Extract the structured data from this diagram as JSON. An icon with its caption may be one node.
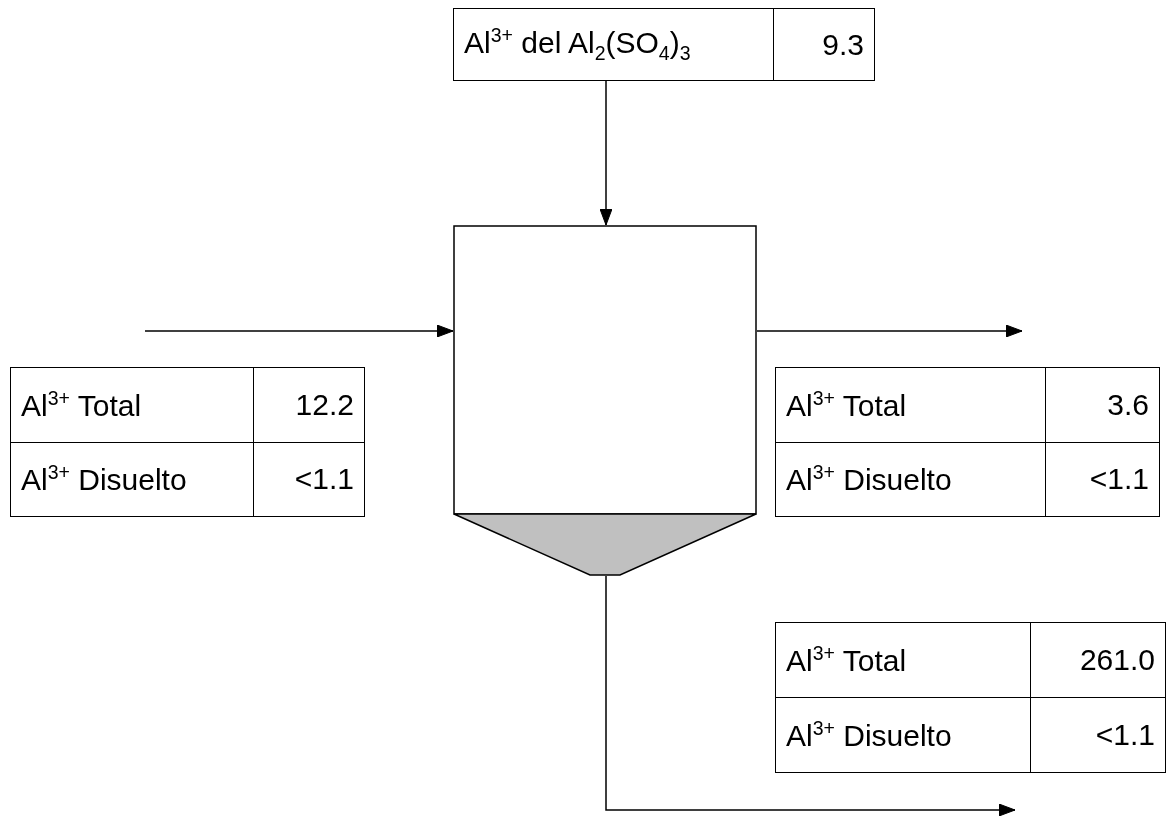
{
  "diagram": {
    "nodes": [
      {
        "text": [
          "Al$^{3+}$ del Al$_{2}$(SO$_{4}$)$_{3}$",
          "9.3"
        ]
      },
      {
        "text": [],
        "shape": "box"
      },
      {
        "text": [
          "Al$^{3+}$ Total",
          "12.2",
          "Al$^{3+}$ Disuelto",
          "<1.1"
        ]
      },
      {
        "text": [
          "Al$^{3+}$ Total",
          "3.6",
          "Al$^{3+}$ Disuelto",
          "<1.1"
        ]
      },
      {
        "text": [
          "Al$^{3+}$ Total",
          "261.0",
          "Al$^{3+}$ Disuelto",
          "<1.1"
        ]
      }
    ],
    "edges": [
      {
        "from": 0,
        "to": 1,
        "arrow": "to"
      },
      {
        "from": null,
        "to": 1,
        "arrow": "to"
      },
      {
        "from": 1,
        "to": null,
        "arrow": "to"
      },
      {
        "from": 1,
        "to": null,
        "arrow": "to"
      }
    ]
  }
}
